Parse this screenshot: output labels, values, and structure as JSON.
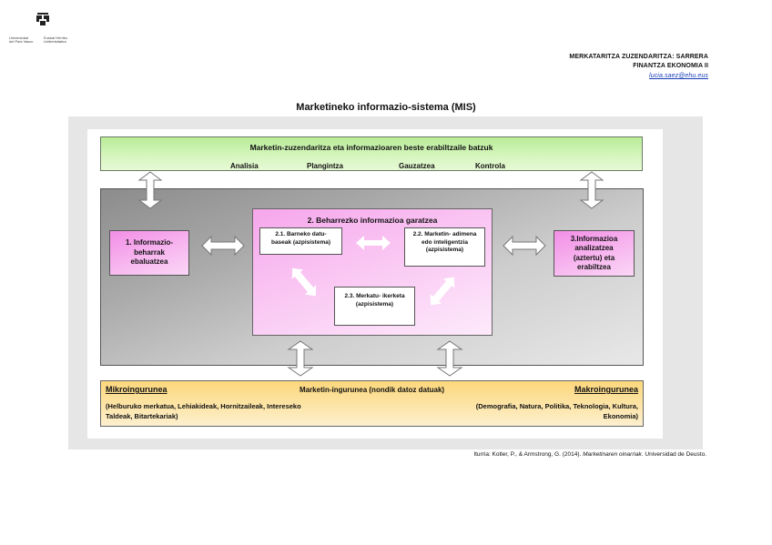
{
  "logo": {
    "icon": "university-emblem-icon",
    "left_text": [
      "Universidad",
      "del País Vasco"
    ],
    "right_text": [
      "Euskal Herriko",
      "Unibertsitatea"
    ]
  },
  "header": {
    "line1": "MERKATARITZA ZUZENDARITZA: SARRERA",
    "line2": "FINANTZA EKONOMIA II",
    "email": "lucia.saez@ehu.eus"
  },
  "title": "Marketineko informazio-sistema (MIS)",
  "top_box": {
    "title": "Marketin-zuzendaritza eta informazioaren beste erabiltzaile batzuk",
    "items": [
      "Analisia",
      "Plangintza",
      "Gauzatzea",
      "Kontrola"
    ]
  },
  "step1": {
    "label": "1. Informazio-\nbeharrak\nebaluatzea"
  },
  "step2": {
    "title": "2. Beharrezko informazioa garatzea",
    "sub1": "2.1. Barneko datu-\nbaseak (azpisistema)",
    "sub2": "2.2. Marketin- adimena\nedo inteligentzia\n(azpisistema)",
    "sub3": "2.3. Merkatu- ikerketa\n(azpisistema)"
  },
  "step3": {
    "label": "3.Informazioa\nanalizatzea\n(aztertu) eta\nerabiltzea"
  },
  "bottom_box": {
    "left_heading": "Mikroingurunea",
    "center_heading": "Marketin-ingurunea (nondik datoz datuak)",
    "right_heading": "Makroingurunea",
    "left_list": " (Helburuko merkatua, Lehiakideak, Hornitzaileak, Intereseko\nTaldeak, Bitartekariak)",
    "right_list": "(Demografia, Natura, Politika, Teknologia, Kultura,\nEkonomia)"
  },
  "source": {
    "prefix": "Iturria: Kotler, P., & Armstrong, G. (2014). ",
    "book": "Marketinaren oinarriak",
    "suffix": ". Universidad de Deusto."
  }
}
